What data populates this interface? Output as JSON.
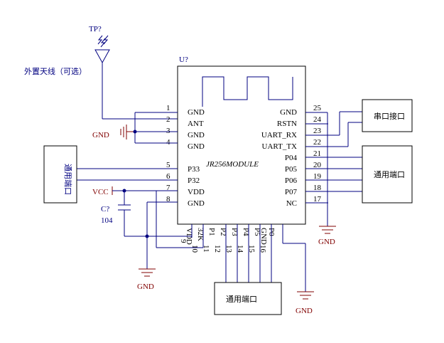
{
  "antenna": {
    "ref": "TP?"
  },
  "antenna_note": "外置天线（可选）",
  "module": {
    "ref": "U?",
    "name": "JR256MODULE",
    "left_pins": [
      {
        "num": "1",
        "name": "GND"
      },
      {
        "num": "2",
        "name": "ANT"
      },
      {
        "num": "3",
        "name": "GND"
      },
      {
        "num": "4",
        "name": "GND"
      },
      {
        "num": "5",
        "name": "P33"
      },
      {
        "num": "6",
        "name": "P32"
      },
      {
        "num": "7",
        "name": "VDD"
      },
      {
        "num": "8",
        "name": "GND"
      }
    ],
    "right_pins": [
      {
        "num": "25",
        "name": "GND"
      },
      {
        "num": "24",
        "name": "RSTN"
      },
      {
        "num": "23",
        "name": "UART_RX"
      },
      {
        "num": "22",
        "name": "UART_TX"
      },
      {
        "num": "21",
        "name": "P04"
      },
      {
        "num": "20",
        "name": "P05"
      },
      {
        "num": "19",
        "name": "P06"
      },
      {
        "num": "18",
        "name": "P07"
      },
      {
        "num": "17",
        "name": "NC"
      }
    ],
    "bottom_pins": [
      {
        "num": "9",
        "name": "VDD"
      },
      {
        "num": "10",
        "name": "32K"
      },
      {
        "num": "11",
        "name": "P1"
      },
      {
        "num": "12",
        "name": "P2"
      },
      {
        "num": "13",
        "name": "P3"
      },
      {
        "num": "14",
        "name": "P4"
      },
      {
        "num": "15",
        "name": "P5"
      },
      {
        "num": "16",
        "name": "GND"
      },
      {
        "num": "",
        "name": "P0"
      }
    ]
  },
  "capacitor": {
    "ref": "C?",
    "value": "104"
  },
  "power": {
    "vcc": "VCC",
    "gnd": "GND"
  },
  "connectors": {
    "serial": "串口接口",
    "general_right": "通用端口",
    "general_bottom": "通用端口",
    "general_left": "通用端口"
  }
}
